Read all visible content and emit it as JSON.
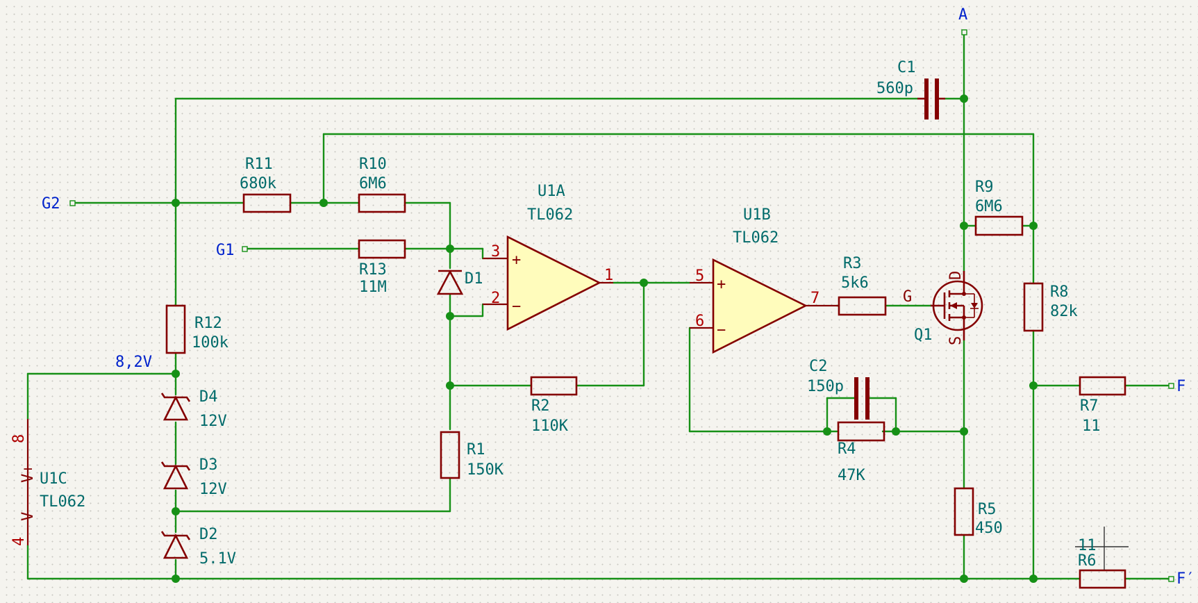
{
  "nets": {
    "A": "A",
    "G2": "G2",
    "G1": "G1",
    "F": "F",
    "Fp": "F′",
    "v82": "8,2V",
    "G": "G"
  },
  "components": {
    "C1": {
      "ref": "C1",
      "value": "560p"
    },
    "C2": {
      "ref": "C2",
      "value": "150p"
    },
    "R1": {
      "ref": "R1",
      "value": "150K"
    },
    "R2": {
      "ref": "R2",
      "value": "110K"
    },
    "R3": {
      "ref": "R3",
      "value": "5k6"
    },
    "R4": {
      "ref": "R4",
      "value": "47K"
    },
    "R5": {
      "ref": "R5",
      "value": "450"
    },
    "R6": {
      "ref": "R6",
      "value": "11"
    },
    "R7": {
      "ref": "R7",
      "value": "11"
    },
    "R8": {
      "ref": "R8",
      "value": "82k"
    },
    "R9": {
      "ref": "R9",
      "value": "6M6"
    },
    "R10": {
      "ref": "R10",
      "value": "6M6"
    },
    "R11": {
      "ref": "R11",
      "value": "680k"
    },
    "R12": {
      "ref": "R12",
      "value": "100k"
    },
    "R13": {
      "ref": "R13",
      "value": "11M"
    },
    "D1": {
      "ref": "D1"
    },
    "D2": {
      "ref": "D2",
      "value": "5.1V"
    },
    "D3": {
      "ref": "D3",
      "value": "12V"
    },
    "D4": {
      "ref": "D4",
      "value": "12V"
    },
    "Q1": {
      "ref": "Q1",
      "pin_d": "D",
      "pin_s": "S"
    },
    "U1A": {
      "ref": "U1A",
      "value": "TL062",
      "pins": {
        "plus": "3",
        "minus": "2",
        "out": "1"
      }
    },
    "U1B": {
      "ref": "U1B",
      "value": "TL062",
      "pins": {
        "plus": "5",
        "minus": "6",
        "out": "7"
      }
    },
    "U1C": {
      "ref": "U1C",
      "value": "TL062",
      "pins": {
        "vplus": "8",
        "vminus": "4"
      },
      "vplus_label": "V+",
      "vminus_label": "V−"
    }
  },
  "symbols": {
    "plus": "+",
    "minus": "−"
  },
  "colors": {
    "wire": "#169016",
    "component": "#840000",
    "opamp_fill": "#fffcbc",
    "reference": "#006a6a",
    "net_label": "#0022cc",
    "pin_number": "#b00000"
  }
}
